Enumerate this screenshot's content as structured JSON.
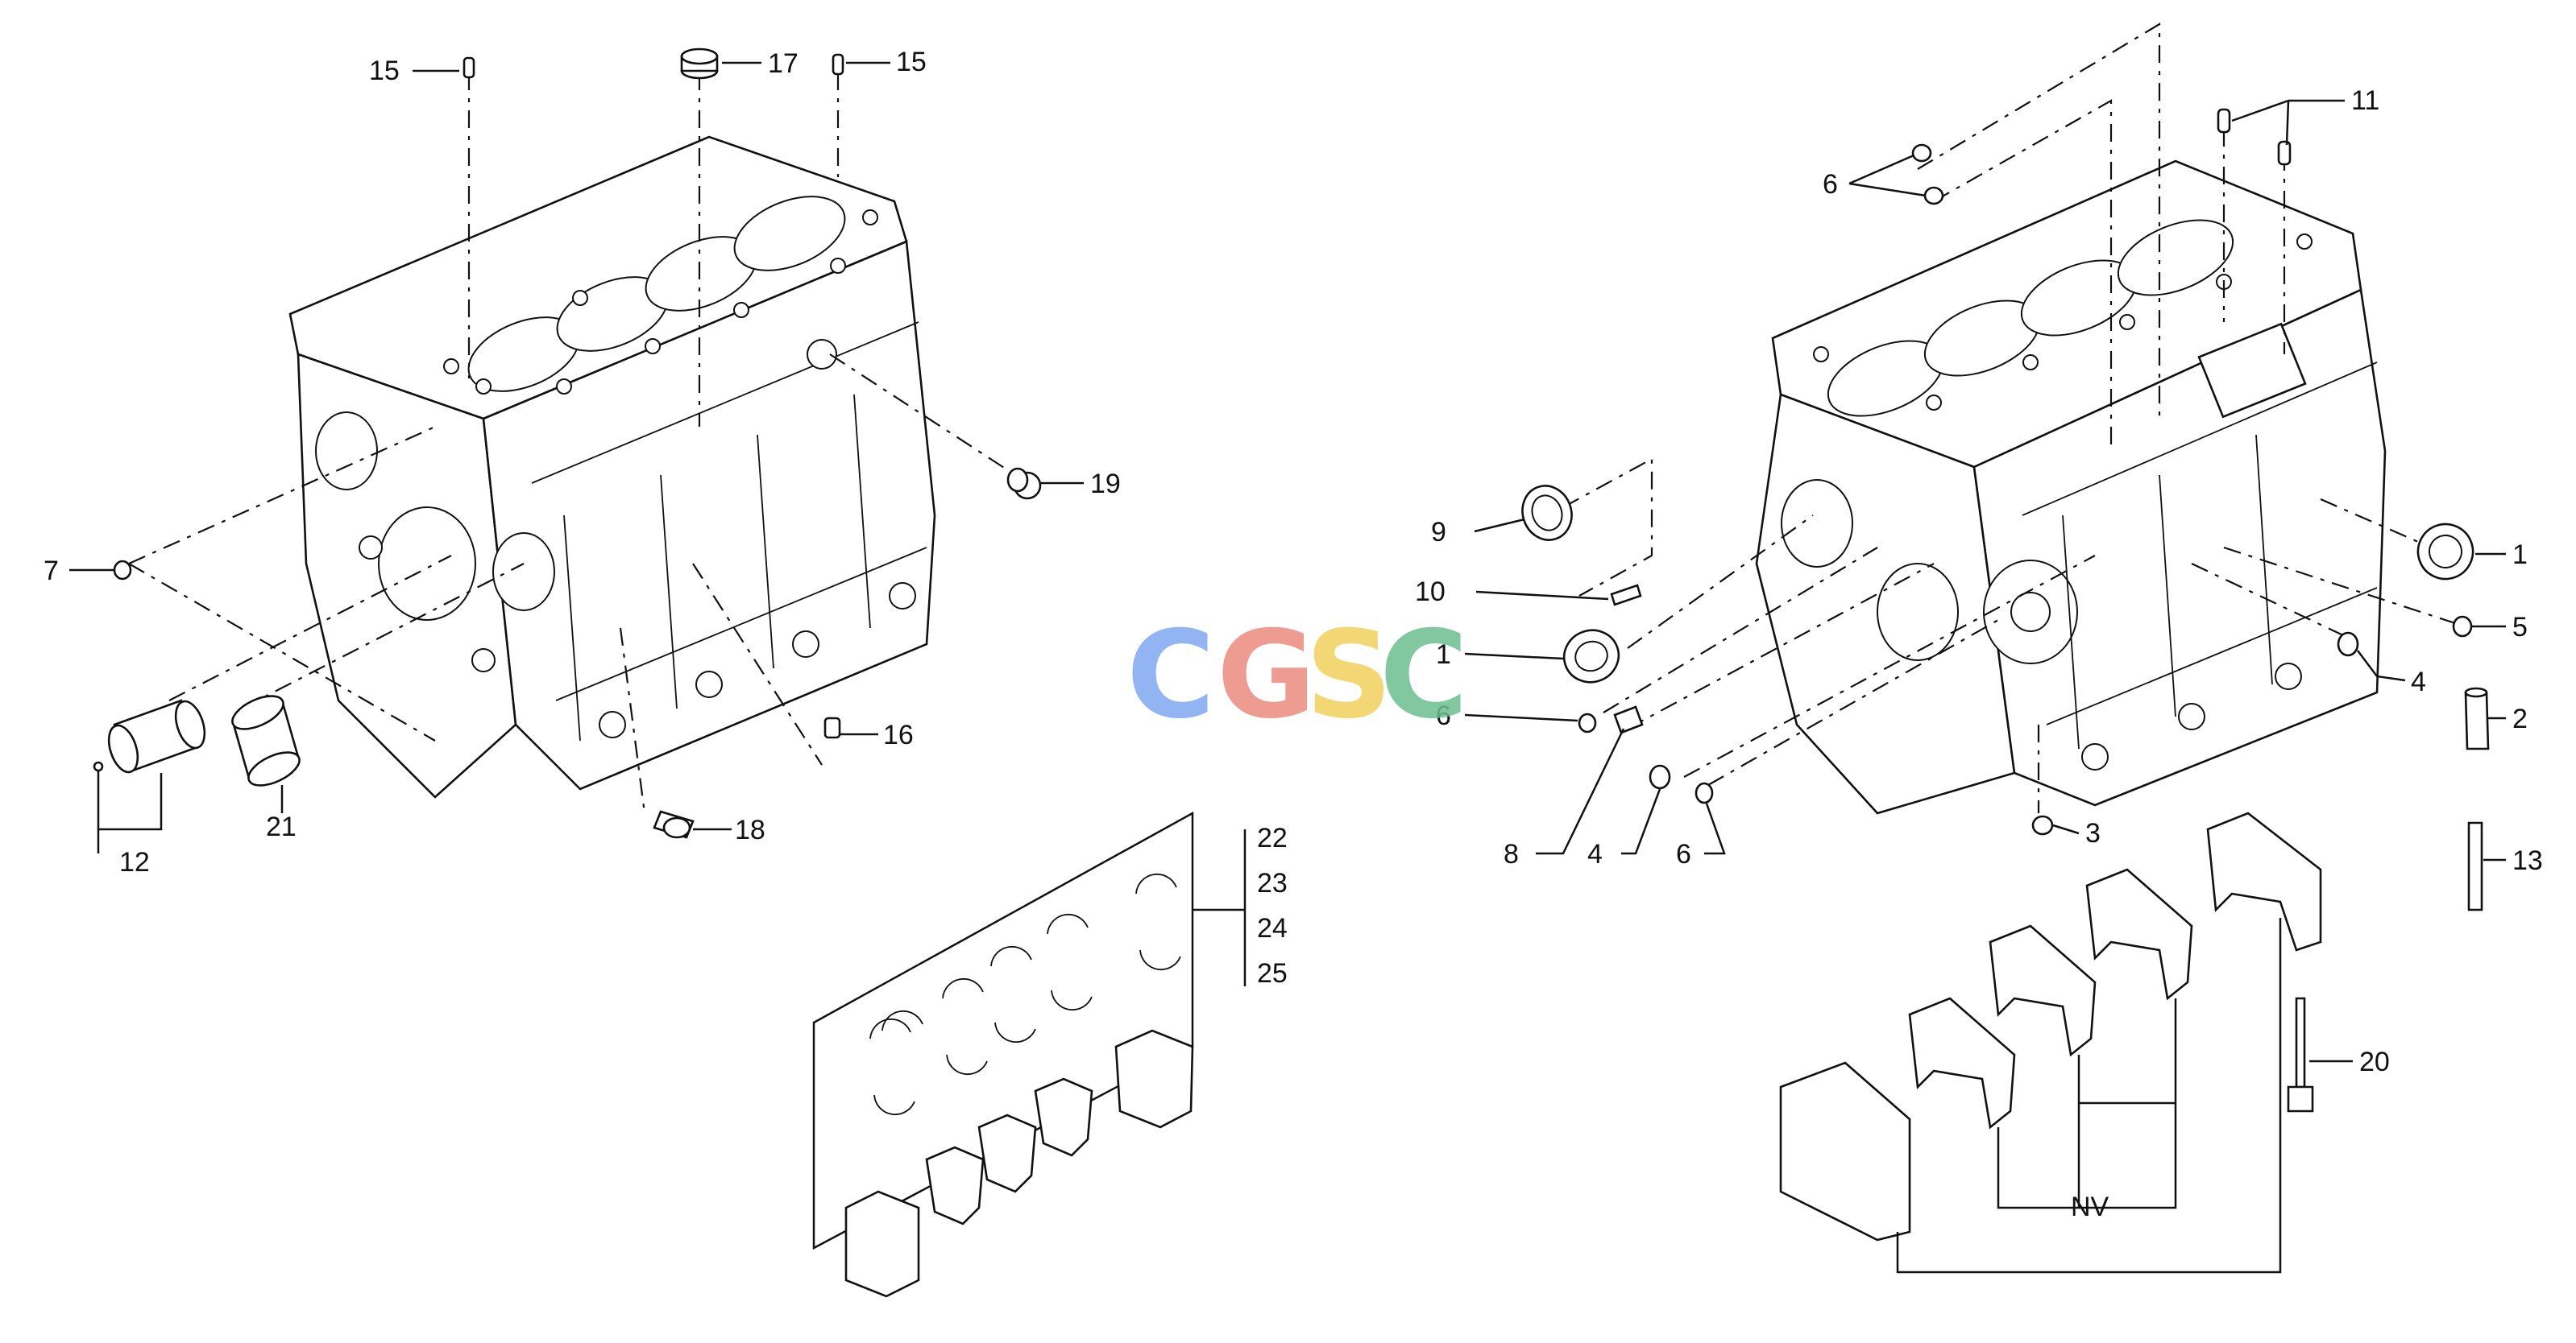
{
  "watermark": {
    "letters": [
      "C",
      "G",
      "S",
      "C"
    ],
    "colors": [
      "#7fa7f0",
      "#ec8a80",
      "#f2d15e",
      "#6cbf91"
    ]
  },
  "callouts": {
    "c1a": "1",
    "c1b": "1",
    "c2": "2",
    "c3": "3",
    "c4a": "4",
    "c4b": "4",
    "c5": "5",
    "c6a": "6",
    "c6b": "6",
    "c6c": "6",
    "c7": "7",
    "c8": "8",
    "c9": "9",
    "c10": "10",
    "c11": "11",
    "c12": "12",
    "c13": "13",
    "c15a": "15",
    "c15b": "15",
    "c16": "16",
    "c17": "17",
    "c18": "18",
    "c19": "19",
    "c20": "20",
    "c21": "21",
    "c22": "22",
    "c23": "23",
    "c24": "24",
    "c25": "25",
    "cnv": "NV"
  }
}
